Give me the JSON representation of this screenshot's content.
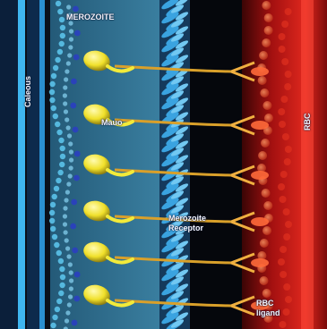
{
  "labels": {
    "top": "MEROZOITE",
    "left_vertical": "Caleous",
    "right_vertical": "RBC",
    "mid_pointer": "Mauo",
    "mid_receptor_line1": "Merozoite",
    "mid_receptor_line2": "Receptor",
    "bottom_right_line1": "RBC",
    "bottom_right_line2": "ligand"
  },
  "colors": {
    "background": "#0a0f1a",
    "merozoite_field": "#2e6a8a",
    "coat_blue": "#3aa3e0",
    "capsule": "#f2ea3a",
    "rbc_red": "#c81a1a",
    "rbc_dark": "#5a0808",
    "tether": "#d9a02a"
  }
}
